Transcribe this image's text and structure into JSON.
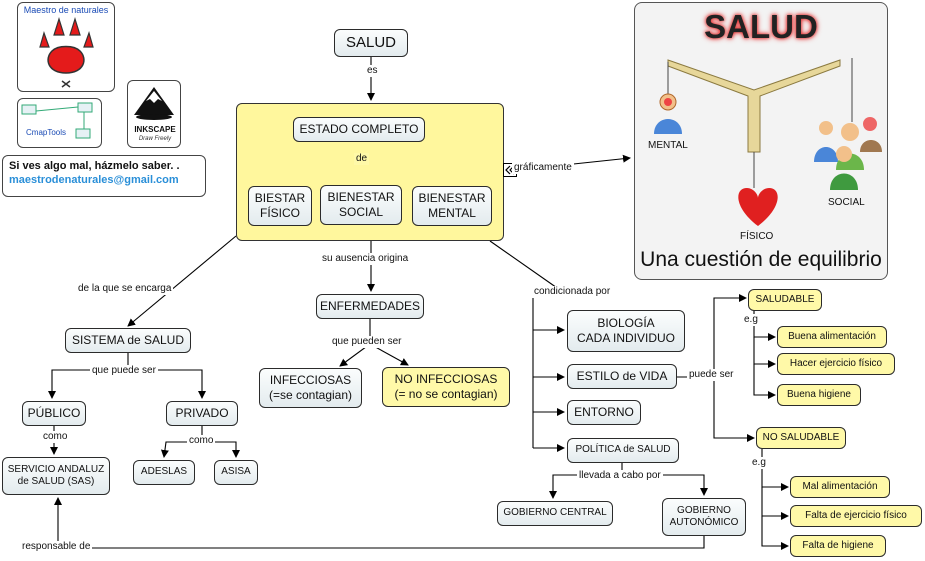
{
  "logos": {
    "maestro_text": "Maestro de naturales",
    "cmaptools": "CmapTools",
    "inkscape": "INKSCAPE",
    "inkscape_tag": "Draw Freely"
  },
  "contact": {
    "line1": "Si ves algo mal, házmelo saber. .",
    "email": "maestrodenaturales@gmail.com"
  },
  "panel": {
    "title": "SALUD",
    "mental": "MENTAL",
    "fisico": "FÍSICO",
    "social": "SOCIAL",
    "subtitle": "Una cuestión de equilibrio"
  },
  "nodes": {
    "salud": "SALUD",
    "estado": "ESTADO COMPLETO",
    "bfisico": "BIESTAR\nFÍSICO",
    "bsocial": "BIENESTAR\nSOCIAL",
    "bmental": "BIENESTAR\nMENTAL",
    "sistema": "SISTEMA de SALUD",
    "publico": "PÚBLICO",
    "privado": "PRIVADO",
    "sas": "SERVICIO ANDALUZ\nde SALUD (SAS)",
    "adeslas": "ADESLAS",
    "asisa": "ASISA",
    "enfermedades": "ENFERMEDADES",
    "infecciosas": "INFECCIOSAS\n(=se contagian)",
    "noinfecciosas": "NO INFECCIOSAS\n(= no se contagian)",
    "biologia": "BIOLOGÍA\nCADA INDIVIDUO",
    "estilo": "ESTILO de VIDA",
    "entorno": "ENTORNO",
    "politica": "POLÍTICA de SALUD",
    "gcentral": "GOBIERNO CENTRAL",
    "gauto": "GOBIERNO\nAUTONÓMICO",
    "saludable": "SALUDABLE",
    "buenaalim": "Buena alimentación",
    "ejercicio": "Hacer ejercicio físico",
    "higiene": "Buena higiene",
    "nosaludable": "NO SALUDABLE",
    "malalim": "Mal alimentación",
    "faltaejercicio": "Falta de ejercicio físico",
    "faltahigiene": "Falta de higiene"
  },
  "labels": {
    "es": "es",
    "de": "de",
    "graficamente": "gráficamente",
    "su_ausencia": "su ausencia origina",
    "de_la_que": "de la que se encarga",
    "condicionada": "condicionada por",
    "que_puede_ser": "que puede ser",
    "como1": "como",
    "como2": "como",
    "que_pueden_ser": "que pueden ser",
    "puede_ser": "puede ser",
    "eg1": "e.g",
    "eg2": "e.g",
    "llevada": "llevada a cabo por",
    "responsable": "responsable de"
  }
}
